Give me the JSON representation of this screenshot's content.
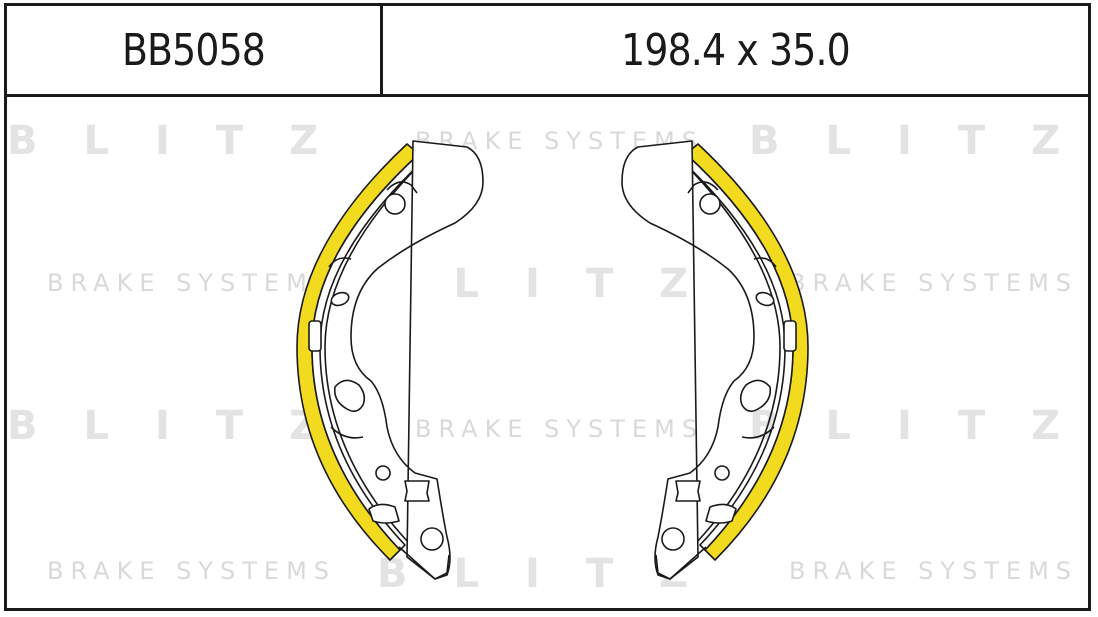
{
  "part_number": "BB5058",
  "dimensions": "198.4 x 35.0",
  "watermark": {
    "brand": "BLITZ",
    "tagline": "BRAKE SYSTEMS"
  },
  "colors": {
    "lining": "#f2da1e",
    "line": "#1a1a1a",
    "watermark": "#e3e3e3"
  },
  "drawing": {
    "subject": "drum brake shoe pair (left and right)",
    "lining_icon": "brake-lining"
  }
}
